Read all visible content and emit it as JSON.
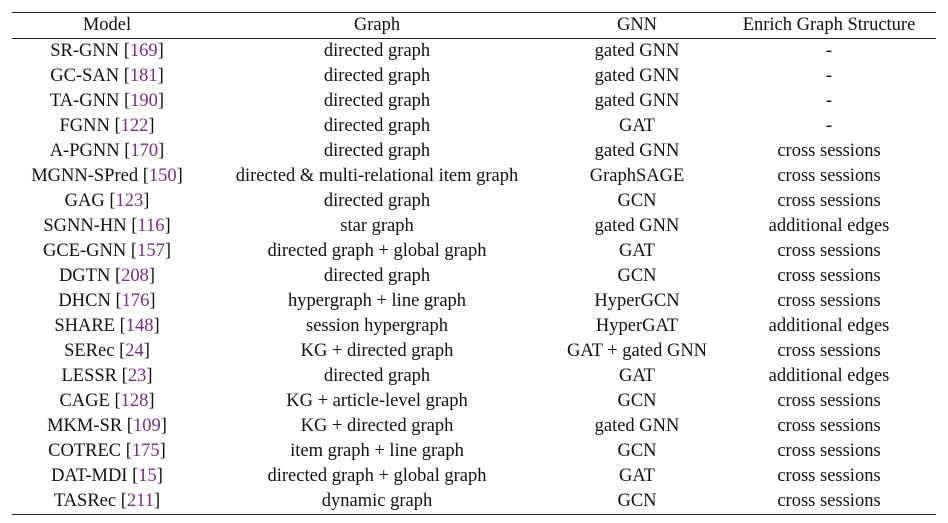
{
  "table": {
    "headers": [
      "Model",
      "Graph",
      "GNN",
      "Enrich Graph Structure"
    ],
    "rows": [
      {
        "model": "SR-GNN",
        "ref": "169",
        "graph": "directed graph",
        "gnn": "gated GNN",
        "enrich": "-"
      },
      {
        "model": "GC-SAN",
        "ref": "181",
        "graph": "directed graph",
        "gnn": "gated GNN",
        "enrich": "-"
      },
      {
        "model": "TA-GNN",
        "ref": "190",
        "graph": "directed graph",
        "gnn": "gated GNN",
        "enrich": "-"
      },
      {
        "model": "FGNN",
        "ref": "122",
        "graph": "directed graph",
        "gnn": "GAT",
        "enrich": "-"
      },
      {
        "model": "A-PGNN",
        "ref": "170",
        "graph": "directed graph",
        "gnn": "gated GNN",
        "enrich": "cross sessions"
      },
      {
        "model": "MGNN-SPred",
        "ref": "150",
        "graph": "directed & multi-relational item graph",
        "gnn": "GraphSAGE",
        "enrich": "cross sessions"
      },
      {
        "model": "GAG",
        "ref": "123",
        "graph": "directed graph",
        "gnn": "GCN",
        "enrich": "cross sessions"
      },
      {
        "model": "SGNN-HN",
        "ref": "116",
        "graph": "star graph",
        "gnn": "gated GNN",
        "enrich": "additional edges"
      },
      {
        "model": "GCE-GNN",
        "ref": "157",
        "graph": "directed graph + global graph",
        "gnn": "GAT",
        "enrich": "cross sessions"
      },
      {
        "model": "DGTN",
        "ref": "208",
        "graph": "directed graph",
        "gnn": "GCN",
        "enrich": "cross sessions"
      },
      {
        "model": "DHCN",
        "ref": "176",
        "graph": "hypergraph + line graph",
        "gnn": "HyperGCN",
        "enrich": "cross sessions"
      },
      {
        "model": "SHARE",
        "ref": "148",
        "graph": "session hypergraph",
        "gnn": "HyperGAT",
        "enrich": "additional edges"
      },
      {
        "model": "SERec",
        "ref": "24",
        "graph": "KG + directed graph",
        "gnn": "GAT + gated GNN",
        "enrich": "cross sessions"
      },
      {
        "model": "LESSR",
        "ref": "23",
        "graph": "directed graph",
        "gnn": "GAT",
        "enrich": "additional edges"
      },
      {
        "model": "CAGE",
        "ref": "128",
        "graph": "KG + article-level graph",
        "gnn": "GCN",
        "enrich": "cross sessions"
      },
      {
        "model": "MKM-SR",
        "ref": "109",
        "graph": "KG + directed graph",
        "gnn": "gated GNN",
        "enrich": "cross sessions"
      },
      {
        "model": "COTREC",
        "ref": "175",
        "graph": "item graph + line graph",
        "gnn": "GCN",
        "enrich": "cross sessions"
      },
      {
        "model": "DAT-MDI",
        "ref": "15",
        "graph": "directed graph + global graph",
        "gnn": "GAT",
        "enrich": "cross sessions"
      },
      {
        "model": "TASRec",
        "ref": "211",
        "graph": "dynamic graph",
        "gnn": "GCN",
        "enrich": "cross sessions"
      }
    ]
  },
  "colors": {
    "text": "#111111",
    "reference_link": "#7b2b86",
    "rule": "#222222"
  }
}
